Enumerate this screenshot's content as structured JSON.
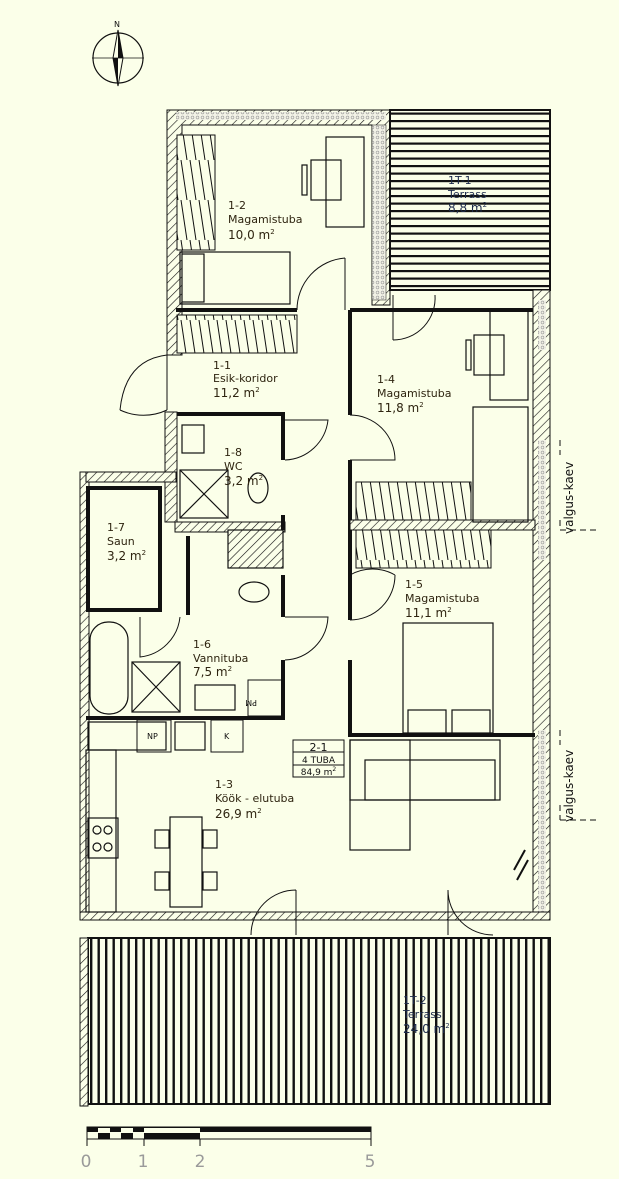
{
  "compass": {
    "north_label": "N"
  },
  "rooms": [
    {
      "id": "1-2",
      "name": "Magamistuba",
      "area": "10,0 m",
      "sup": "2"
    },
    {
      "id": "1T-1",
      "name": "Terrass",
      "area": "8,8 m",
      "sup": "2"
    },
    {
      "id": "1-1",
      "name": "Esik-koridor",
      "area": "11,2 m",
      "sup": "2"
    },
    {
      "id": "1-4",
      "name": "Magamistuba",
      "area": "11,8 m",
      "sup": "2"
    },
    {
      "id": "1-8",
      "name": "WC",
      "area": "3,2 m",
      "sup": "2"
    },
    {
      "id": "1-7",
      "name": "Saun",
      "area": "3,2 m",
      "sup": "2"
    },
    {
      "id": "1-5",
      "name": "Magamistuba",
      "area": "11,1 m",
      "sup": "2"
    },
    {
      "id": "1-6",
      "name": "Vannituba",
      "area": "7,5 m",
      "sup": "2"
    },
    {
      "id": "1-3",
      "name": "Köök - elutuba",
      "area": "26,9 m",
      "sup": "2"
    },
    {
      "id": "1T-2",
      "name": "Terrass",
      "area": "24,0 m",
      "sup": "2"
    }
  ],
  "apartment": {
    "id": "2-1",
    "type": "4 TUBA",
    "area": "84,9 m",
    "sup": "2"
  },
  "appliances": {
    "np": "NP",
    "k": "K",
    "pm": "PM"
  },
  "light_wells": [
    "valgus-kaev",
    "valgus-kaev"
  ],
  "scale": {
    "ticks": [
      "0",
      "1",
      "2",
      "5"
    ]
  }
}
